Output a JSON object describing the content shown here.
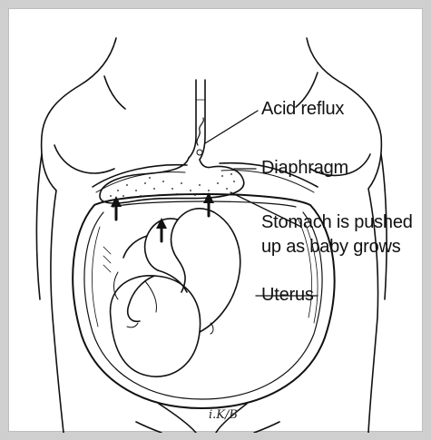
{
  "labels": {
    "acid_reflux": "Acid reflux",
    "diaphragm": "Diaphragm",
    "stomach_line1": "Stomach is pushed",
    "stomach_line2": "up as baby grows",
    "uterus": "Uterus"
  },
  "signature": "i.K/B",
  "colors": {
    "frame": "#cfcfcf",
    "panel": "#ffffff",
    "ink": "#111111"
  }
}
